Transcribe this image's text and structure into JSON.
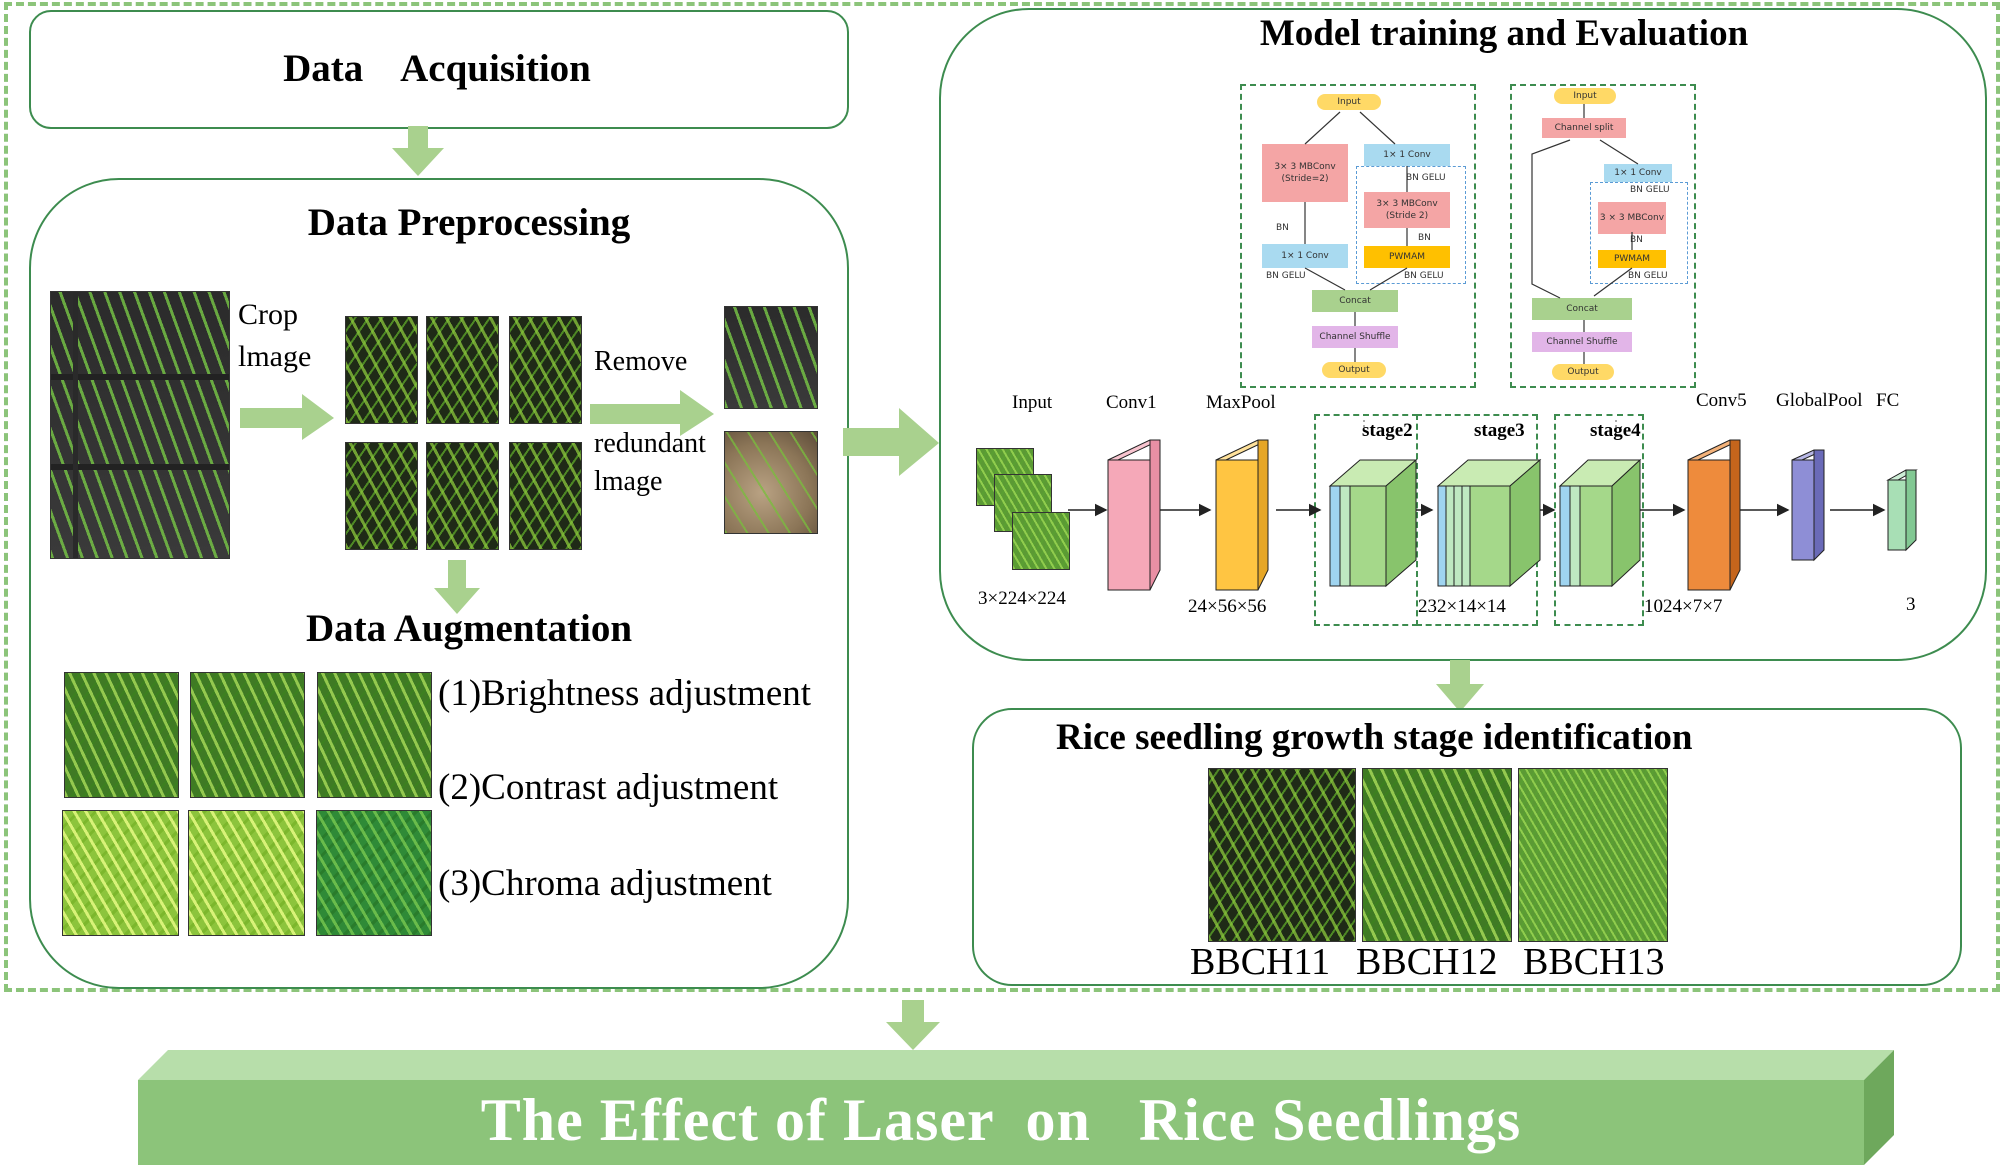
{
  "data_acquisition": {
    "title": "Data    Acquisition"
  },
  "data_preprocessing": {
    "title": "Data Preprocessing",
    "crop_label": "Crop",
    "image_label": "lmage",
    "remove_label": "Remove",
    "redundant_label": "redundant",
    "image_label_2": "lmage"
  },
  "data_augmentation": {
    "title": "Data Augmentation",
    "items": [
      "(1)Brightness adjustment",
      "(2)Contrast adjustment",
      "(3)Chroma adjustment"
    ]
  },
  "model": {
    "title": "Model training and Evaluation",
    "layers": [
      "Input",
      "Conv1",
      "MaxPool",
      "stage2",
      "stage3",
      "stage4",
      "Conv5",
      "GlobalPool",
      "FC"
    ],
    "dims": [
      "3×224×224",
      "24×56×56",
      "232×14×14",
      "1024×7×7",
      "3"
    ],
    "block1": {
      "input": "Input",
      "mbconv_left": "3× 3 MBConv (Stride=2)",
      "bn_left": "BN",
      "conv1x1_left": "1× 1 Conv",
      "bn_gelu_left": "BN GELU",
      "conv1x1_right": "1× 1 Conv",
      "bn_gelu_right": "BN GELU",
      "mbconv_right": "3× 3 MBConv (Stride 2)",
      "bn_right": "BN",
      "pwmam": "PWMAM",
      "bn_gelu_bottom": "BN GELU",
      "concat": "Concat",
      "shuffle": "Channel Shuffle",
      "output": "Output"
    },
    "block2": {
      "input": "Input",
      "split": "Channel split",
      "conv1x1": "1× 1 Conv",
      "bn_gelu": "BN GELU",
      "mbconv": "3 × 3 MBConv",
      "bn": "BN",
      "pwmam": "PWMAM",
      "bn_gelu_bottom": "BN GELU",
      "concat": "Concat",
      "shuffle": "Channel Shuffle",
      "output": "Output"
    }
  },
  "identification": {
    "title": "Rice seedling growth stage identification",
    "stages": [
      "BBCH11",
      "BBCH12",
      "BBCH13"
    ]
  },
  "banner": {
    "text": "The Effect of Laser  on   Rice Seedlings"
  },
  "colors": {
    "border": "#3d8c4f",
    "arrow": "#a9d18e",
    "banner": "#8cc47a"
  }
}
